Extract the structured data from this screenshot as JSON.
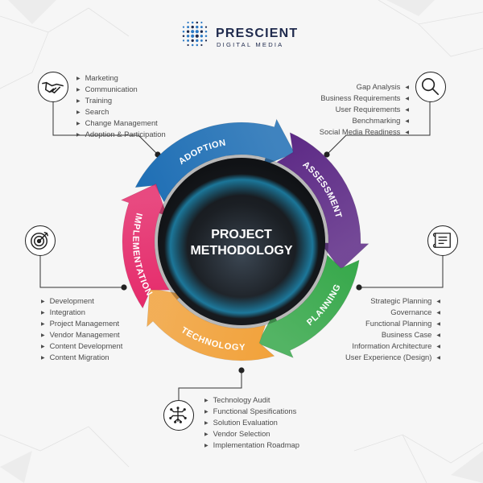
{
  "brand": {
    "name": "PRESCIENT",
    "tagline": "DIGITAL MEDIA",
    "colors": {
      "navy": "#1f2a4d",
      "dot_blue": "#2a78c4"
    }
  },
  "diagram": {
    "center_title_line1": "PROJECT",
    "center_title_line2": "METHODOLOGY",
    "segments": [
      {
        "label": "ADOPTION",
        "color": "#1f6fb5",
        "icon": "handshake-icon",
        "items": [
          "Marketing",
          "Communication",
          "Training",
          "Search",
          "Change Management",
          "Adoption & Participation"
        ]
      },
      {
        "label": "ASSESSMENT",
        "color": "#5d2a86",
        "icon": "magnifier-icon",
        "items": [
          "Gap Analysis",
          "Business Requirements",
          "User Requirements",
          "Benchmarking",
          "Social Media Readiness"
        ]
      },
      {
        "label": "PLANNING",
        "color": "#36a84a",
        "icon": "blueprint-icon",
        "items": [
          "Strategic Planning",
          "Governance",
          "Functional Planning",
          "Business Case",
          "Information Architecture",
          "User Experience (Design)"
        ]
      },
      {
        "label": "TECHNOLOGY",
        "color": "#f2a23b",
        "icon": "circuit-icon",
        "items": [
          "Technology Audit",
          "Functional Spesifications",
          "Solution Evaluation",
          "Vendor Selection",
          "Implementation Roadmap"
        ]
      },
      {
        "label": "IMPLEMENTATION",
        "color": "#e52b6b",
        "icon": "target-icon",
        "items": [
          "Development",
          "Integration",
          "Project Management",
          "Vendor Management",
          "Content Development",
          "Content Migration"
        ]
      }
    ]
  }
}
